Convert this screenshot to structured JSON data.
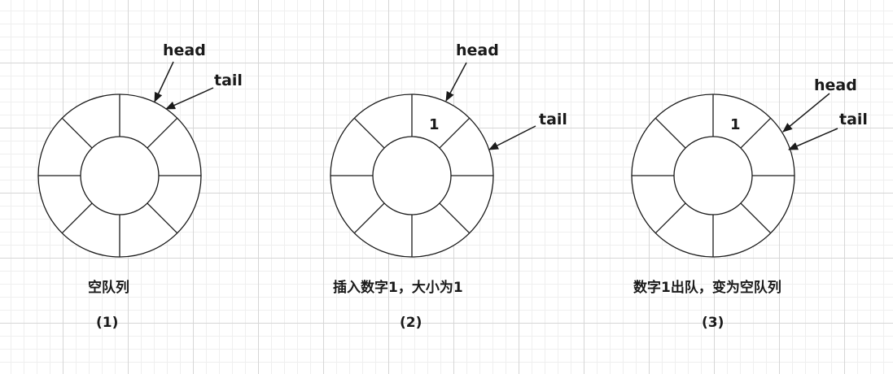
{
  "panels": [
    {
      "head_label": "head",
      "tail_label": "tail",
      "cell_value": "",
      "caption": "空队列",
      "index_label": "(1)"
    },
    {
      "head_label": "head",
      "tail_label": "tail",
      "cell_value": "1",
      "caption": "插入数字1，大小为1",
      "index_label": "(2)"
    },
    {
      "head_label": "head",
      "tail_label": "tail",
      "cell_value": "1",
      "caption": "数字1出队，变为空队列",
      "index_label": "(3)"
    }
  ],
  "colors": {
    "stroke": "#1a1a1a",
    "grid_major": "#d6d6d6",
    "grid_minor": "#efefef",
    "background": "#ffffff"
  }
}
